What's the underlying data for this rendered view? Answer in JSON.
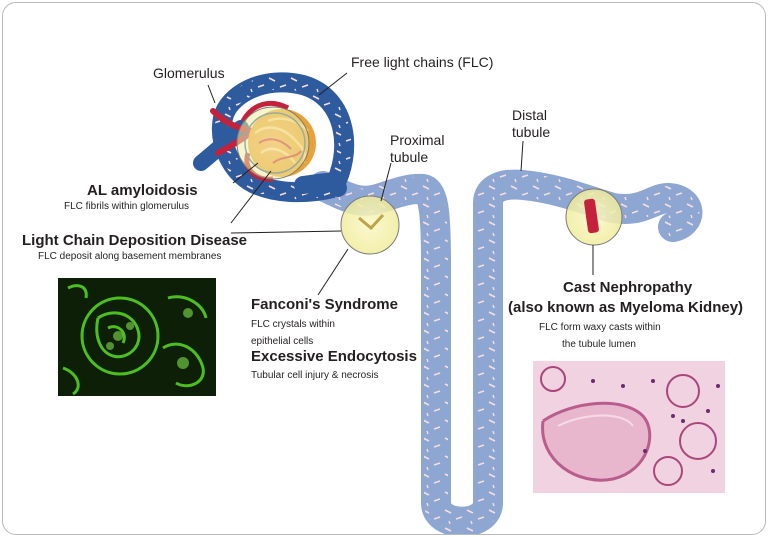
{
  "labels": {
    "glomerulus": "Glomerulus",
    "flc": "Free light chains (FLC)",
    "proximal": [
      "Proximal",
      "tubule"
    ],
    "distal": [
      "Distal",
      "tubule"
    ],
    "al_title": "AL amyloidosis",
    "al_desc": "FLC fibrils within glomerulus",
    "lcdd_title": "Light Chain Deposition Disease",
    "lcdd_desc": "FLC deposit along basement membranes",
    "fanconi_title": "Fanconi's Syndrome",
    "fanconi_desc": [
      "FLC crystals within",
      "epithelial cells"
    ],
    "endo_title": "Excessive Endocytosis",
    "endo_desc": "Tubular cell injury & necrosis",
    "cast_title": [
      "Cast Nephropathy",
      "(also known as Myeloma Kidney)"
    ],
    "cast_desc": [
      "FLC form waxy casts within",
      "the tubule lumen"
    ]
  },
  "colors": {
    "tubule": "#8ea6d2",
    "capsule": "#2e5a9e",
    "vessel": "#c4223b",
    "glomerulus": "#e8a23a",
    "highlight": "#f3f0a8",
    "fluorescence": "#4dbe1f",
    "histology": "#e7a9c4"
  }
}
